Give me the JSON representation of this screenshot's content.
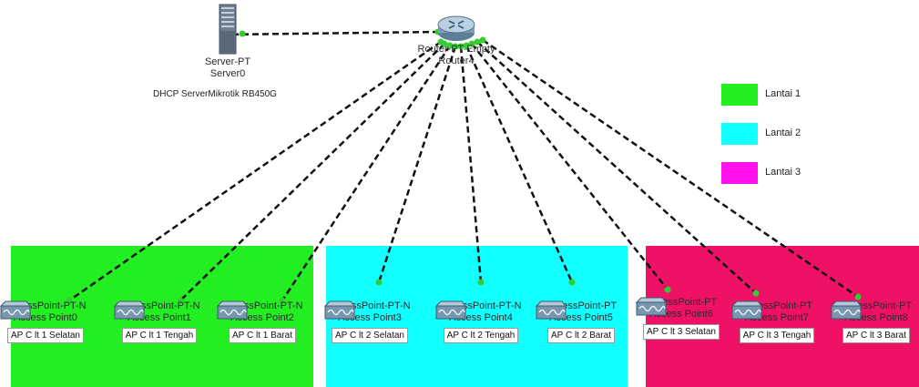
{
  "colors": {
    "lantai_1": "#22ee22",
    "lantai_2": "#11ffff",
    "lantai_3": "#ee1166",
    "link": "#111111",
    "port": "#33cc33"
  },
  "server": {
    "type": "Server-PT",
    "name": "Server0",
    "note": "DHCP ServerMikrotik RB450G",
    "icon": "server-tower-icon"
  },
  "router": {
    "type": "Router-PT-Empty",
    "name": "Router4",
    "icon": "router-icon"
  },
  "legend": [
    {
      "label": "Lantai 1",
      "color": "#22ee22"
    },
    {
      "label": "Lantai 2",
      "color": "#11ffff"
    },
    {
      "label": "Lantai 3",
      "color": "#ff11ee"
    }
  ],
  "access_points": [
    {
      "type": "AccessPoint-PT-N",
      "name": "Access Point0",
      "tag": "AP C lt 1 Selatan",
      "icon": "access-point-icon"
    },
    {
      "type": "AccessPoint-PT-N",
      "name": "Access Point1",
      "tag": "AP C lt 1 Tengah",
      "icon": "access-point-icon"
    },
    {
      "type": "AccessPoint-PT-N",
      "name": "Access Point2",
      "tag": "AP C lt 1 Barat",
      "icon": "access-point-icon"
    },
    {
      "type": "AccessPoint-PT-N",
      "name": "Access Point3",
      "tag": "AP C lt 2 Selatan",
      "icon": "access-point-icon"
    },
    {
      "type": "AccessPoint-PT-N",
      "name": "Access Point4",
      "tag": "AP C lt 2 Tengah",
      "icon": "access-point-icon"
    },
    {
      "type": "AccessPoint-PT",
      "name": "Access Point5",
      "tag": "AP C lt 2 Barat",
      "icon": "access-point-icon"
    },
    {
      "type": "AccessPoint-PT",
      "name": "Access Point6",
      "tag": "AP C lt 3 Selatan",
      "icon": "access-point-icon"
    },
    {
      "type": "AccessPoint-PT",
      "name": "Access Point7",
      "tag": "AP C lt 3 Tengah",
      "icon": "access-point-icon"
    },
    {
      "type": "AccessPoint-PT",
      "name": "Access Point8",
      "tag": "AP C lt 3 Barat",
      "icon": "access-point-icon"
    }
  ]
}
